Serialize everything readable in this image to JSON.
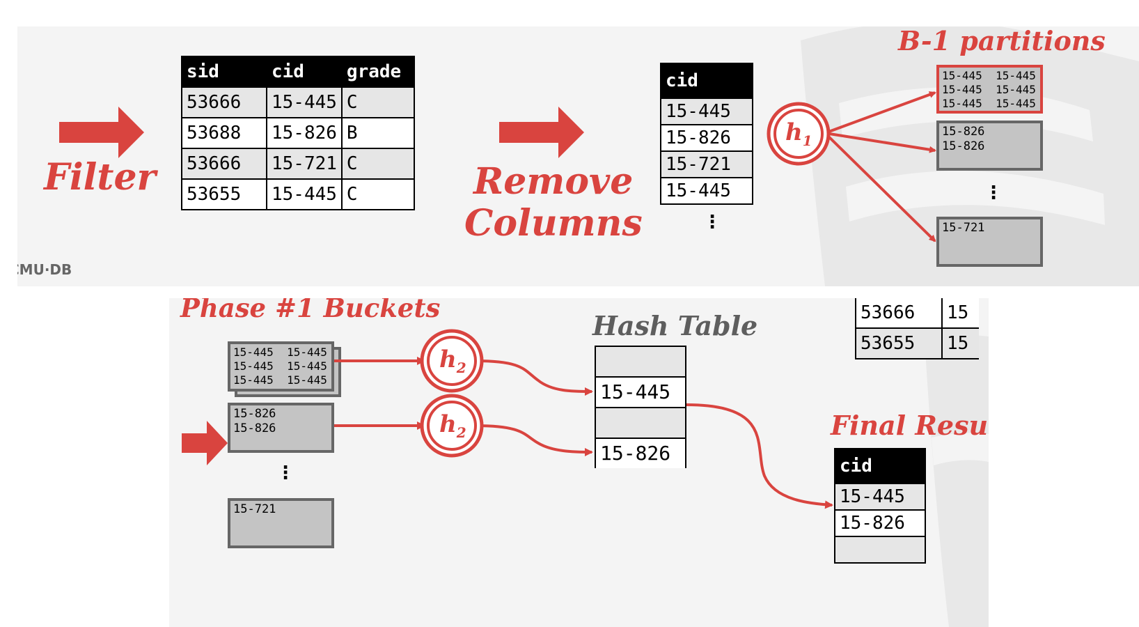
{
  "top": {
    "filter_label": "Filter",
    "remove_label_line1": "Remove",
    "remove_label_line2": "Columns",
    "partitions_title": "B-1 partitions",
    "hash_fn_base": "h",
    "hash_fn_sub": "1",
    "footer_fragment": "CMU·DB",
    "source_table": {
      "headers": [
        "sid",
        "cid",
        "grade"
      ],
      "rows": [
        [
          "53666",
          "15-445",
          "C"
        ],
        [
          "53688",
          "15-826",
          "B"
        ],
        [
          "53666",
          "15-721",
          "C"
        ],
        [
          "53655",
          "15-445",
          "C"
        ]
      ]
    },
    "cid_table": {
      "header": "cid",
      "rows": [
        "15-445",
        "15-826",
        "15-721",
        "15-445"
      ],
      "more": "⋮"
    },
    "partitions": [
      "15-445  15-445\n15-445  15-445\n15-445  15-445",
      "15-826\n15-826",
      "15-721"
    ],
    "partitions_more": "⋮"
  },
  "bottom": {
    "buckets_title": "Phase #1 Buckets",
    "hash_table_title": "Hash Table",
    "final_title": "Final Result",
    "hash_fn_base": "h",
    "hash_fn_sub": "2",
    "buckets": [
      "15-445  15-445\n15-445  15-445\n15-445  15-445",
      "15-826\n15-826",
      "15-721"
    ],
    "buckets_more": "⋮",
    "hash_table_cells": [
      "",
      "15-445",
      "",
      "15-826"
    ],
    "final_table": {
      "header": "cid",
      "rows": [
        "15-445",
        "15-826",
        ""
      ]
    },
    "fragment_table": {
      "rows": [
        [
          "53666",
          "15"
        ],
        [
          "53655",
          "15"
        ]
      ]
    }
  },
  "colors": {
    "accent_red": "#d9443f",
    "bucket_gray": "#c4c4c4",
    "panel_bg": "#f4f4f4"
  }
}
